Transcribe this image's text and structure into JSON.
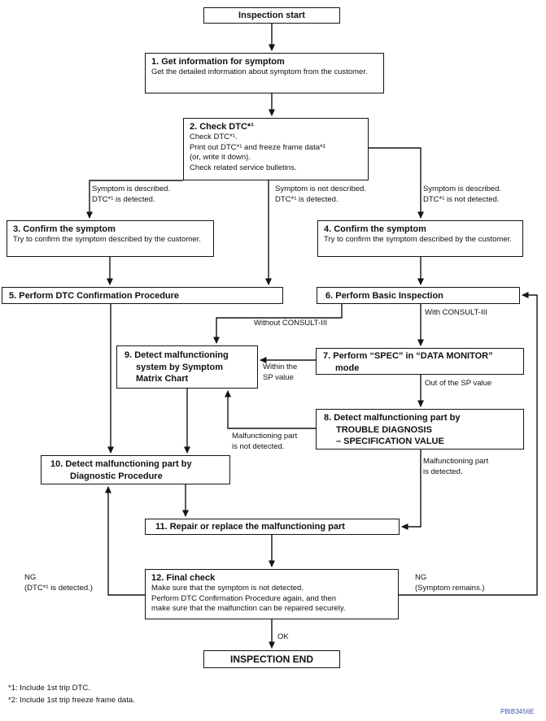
{
  "figure": {
    "code": "PBIB3456E"
  },
  "footnotes": {
    "line1": "*1: Include 1st trip DTC.",
    "line2": "*2: Include 1st trip freeze frame data."
  },
  "nodes": {
    "start": {
      "label": "Inspection start"
    },
    "n1": {
      "title": "1. Get information for symptom",
      "body": "Get the detailed information about symptom from the customer."
    },
    "n2": {
      "title": "2. Check DTC*¹",
      "lines": [
        "Check DTC*¹.",
        "Print out DTC*¹ and freeze frame data*²",
        "(or, write it down).",
        "Check related service bulletins."
      ]
    },
    "n3": {
      "title": "3. Confirm the symptom",
      "body": "Try to confirm the symptom described by the customer."
    },
    "n4": {
      "title": "4. Confirm the symptom",
      "body": "Try to confirm the symptom described by the customer."
    },
    "n5": {
      "title": "5. Perform DTC Confirmation Procedure"
    },
    "n6": {
      "title": "6. Perform Basic Inspection"
    },
    "n7": {
      "lines": [
        "7. Perform “SPEC” in “DATA MONITOR”",
        "mode"
      ]
    },
    "n8": {
      "lines": [
        "8. Detect malfunctioning part by",
        "TROUBLE DIAGNOSIS",
        "– SPECIFICATION VALUE"
      ]
    },
    "n9": {
      "lines": [
        "9. Detect malfunctioning",
        "system by Symptom",
        "Matrix Chart"
      ]
    },
    "n10": {
      "lines": [
        "10. Detect malfunctioning part by",
        "Diagnostic Procedure"
      ]
    },
    "n11": {
      "title": "11. Repair or replace the malfunctioning part"
    },
    "n12": {
      "title": "12. Final check",
      "lines": [
        "Make sure that the symptom is not detected.",
        "Perform DTC Confirmation Procedure again, and then",
        "make sure that the malfunction can be repaired securely."
      ]
    },
    "end": {
      "label": "INSPECTION END"
    }
  },
  "edge_labels": {
    "branch_left": {
      "line1": "Symptom is described.",
      "line2": "DTC*¹ is detected."
    },
    "branch_mid": {
      "line1": "Symptom is not described.",
      "line2": "DTC*¹ is detected."
    },
    "branch_right": {
      "line1": "Symptom is described.",
      "line2": "DTC*¹ is not detected."
    },
    "without_consult": "Without CONSULT-III",
    "with_consult": "With CONSULT-III",
    "within_sp": {
      "line1": "Within the",
      "line2": "SP value"
    },
    "out_of_sp": "Out of the SP value",
    "malfunction_not_detected": {
      "line1": "Malfunctioning part",
      "line2": "is not detected."
    },
    "malfunction_detected": {
      "line1": "Malfunctioning part",
      "line2": "is detected."
    },
    "ng_left": {
      "line1": "NG",
      "line2": "(DTC*¹ is detected.)"
    },
    "ng_right": {
      "line1": "NG",
      "line2": "(Symptom remains.)"
    },
    "ok": "OK"
  }
}
